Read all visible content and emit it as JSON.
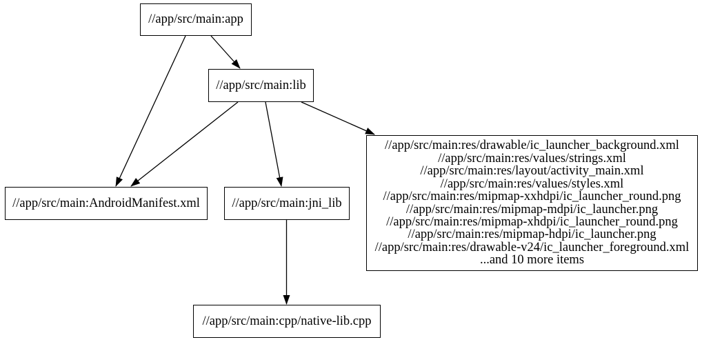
{
  "diagram": {
    "type": "directed-dependency-graph",
    "background_color": "#ffffff",
    "stroke_color": "#000000",
    "text_color": "#000000",
    "nodes": [
      {
        "id": "app",
        "label": "//app/src/main:app"
      },
      {
        "id": "lib",
        "label": "//app/src/main:lib"
      },
      {
        "id": "android_manifest",
        "label": "//app/src/main:AndroidManifest.xml"
      },
      {
        "id": "jni_lib",
        "label": "//app/src/main:jni_lib"
      },
      {
        "id": "res_files",
        "lines": [
          "//app/src/main:res/drawable/ic_launcher_background.xml",
          "//app/src/main:res/values/strings.xml",
          "//app/src/main:res/layout/activity_main.xml",
          "//app/src/main:res/values/styles.xml",
          "//app/src/main:res/mipmap-xxhdpi/ic_launcher_round.png",
          "//app/src/main:res/mipmap-mdpi/ic_launcher.png",
          "//app/src/main:res/mipmap-xhdpi/ic_launcher_round.png",
          "//app/src/main:res/mipmap-hdpi/ic_launcher.png",
          "//app/src/main:res/drawable-v24/ic_launcher_foreground.xml",
          "...and 10 more items"
        ]
      },
      {
        "id": "native_lib_cpp",
        "label": "//app/src/main:cpp/native-lib.cpp"
      }
    ],
    "edges": [
      {
        "from": "app",
        "to": "android_manifest"
      },
      {
        "from": "app",
        "to": "lib"
      },
      {
        "from": "lib",
        "to": "android_manifest"
      },
      {
        "from": "lib",
        "to": "jni_lib"
      },
      {
        "from": "lib",
        "to": "res_files"
      },
      {
        "from": "jni_lib",
        "to": "native_lib_cpp"
      }
    ]
  }
}
